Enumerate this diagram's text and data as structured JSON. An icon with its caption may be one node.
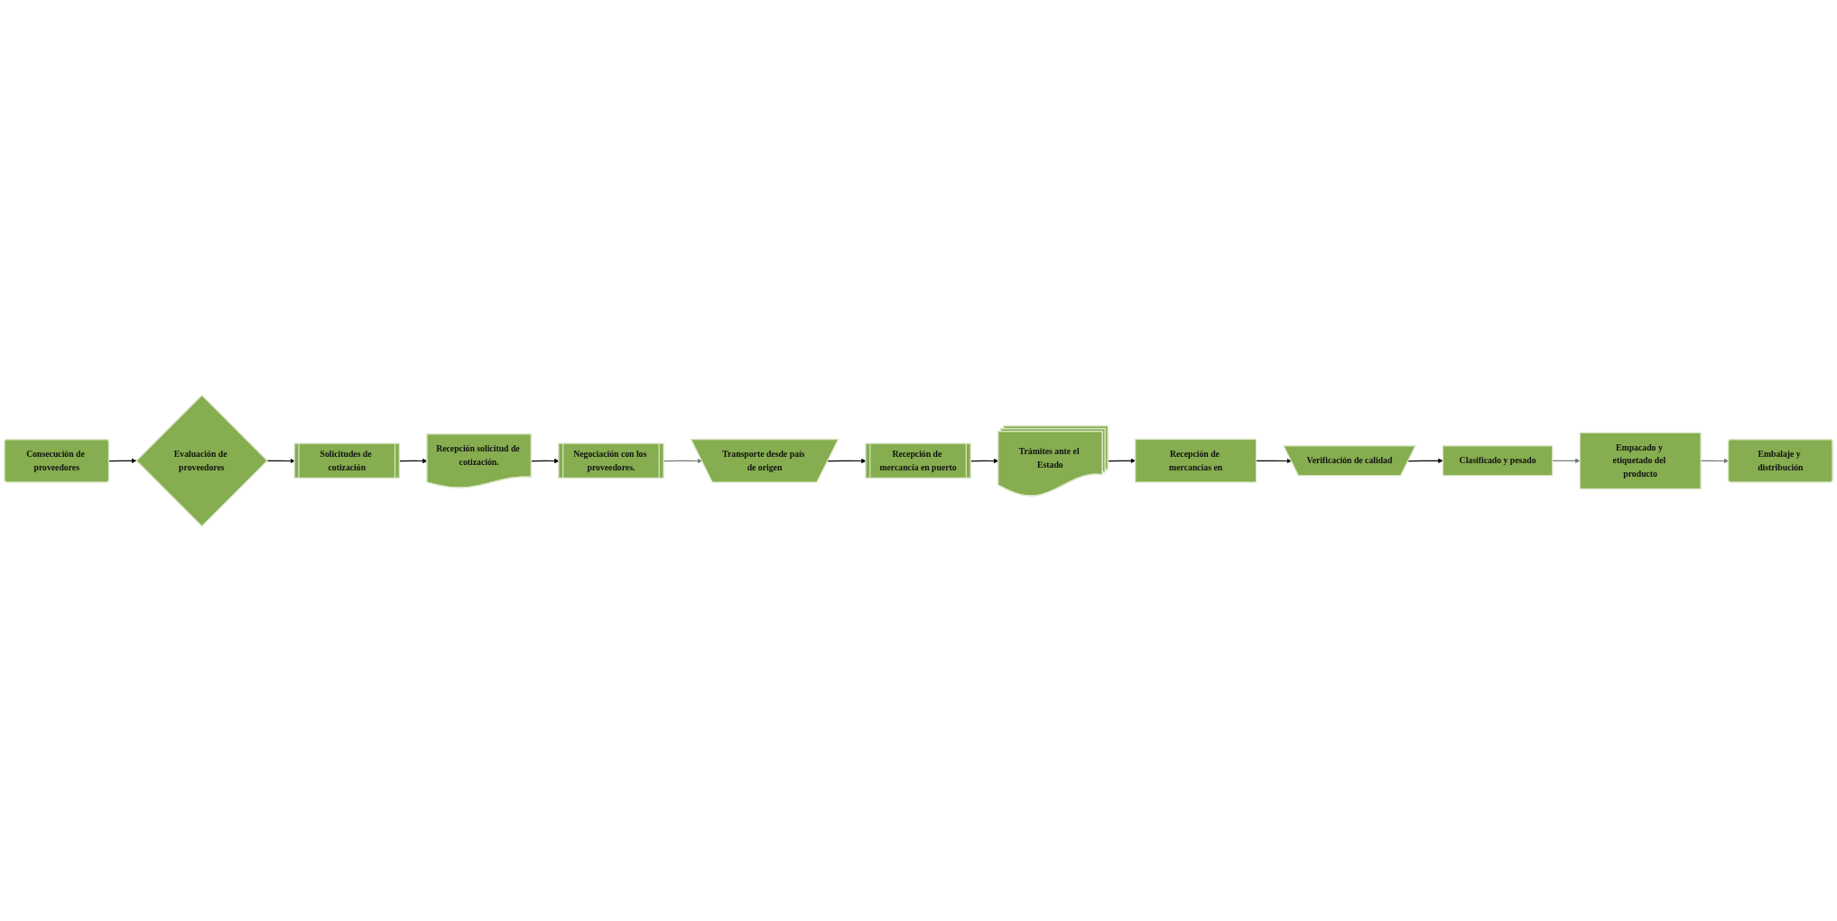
{
  "diagram": {
    "nodes": [
      {
        "text": [
          "Consecución de proveedores"
        ]
      },
      {
        "text": [
          "Evaluación de proveedores"
        ]
      },
      {
        "text": [
          "Solicitudes de cotización"
        ]
      },
      {
        "text": [
          "Recepción solicitud de cotización."
        ]
      },
      {
        "text": [
          "Negociación con los proveedores."
        ]
      },
      {
        "text": [
          "Transporte desde país de origen"
        ]
      },
      {
        "text": [
          "Recepción de mercancía en puerto"
        ]
      },
      {
        "text": [
          "Trámites ante el Estado"
        ]
      },
      {
        "text": [
          "Recepción de mercancías en"
        ]
      },
      {
        "text": [
          "Verificación de calidad"
        ]
      },
      {
        "text": [
          "Clasificado y pesado"
        ]
      },
      {
        "text": [
          "Empacado y etiquetado del producto"
        ]
      },
      {
        "text": [
          "Embalaje y distribución"
        ]
      }
    ],
    "edges": [
      {
        "from": 0,
        "to": 1,
        "arrow": "to"
      },
      {
        "from": 1,
        "to": 2,
        "arrow": "to"
      },
      {
        "from": 2,
        "to": 3,
        "arrow": "to"
      },
      {
        "from": 3,
        "to": 4,
        "arrow": "to"
      },
      {
        "from": 4,
        "to": 5,
        "arrow": "to",
        "color": "#6f7a6f"
      },
      {
        "from": 5,
        "to": 6,
        "arrow": "to"
      },
      {
        "from": 6,
        "to": 7,
        "arrow": "to"
      },
      {
        "from": 7,
        "to": 8,
        "arrow": "to"
      },
      {
        "from": 8,
        "to": 9,
        "arrow": "to"
      },
      {
        "from": 9,
        "to": 10,
        "arrow": "to"
      },
      {
        "from": 10,
        "to": 11,
        "arrow": "to",
        "color": "#6f7a6f"
      },
      {
        "from": 11,
        "to": 12,
        "arrow": "to",
        "color": "#6f7a6f"
      }
    ]
  }
}
